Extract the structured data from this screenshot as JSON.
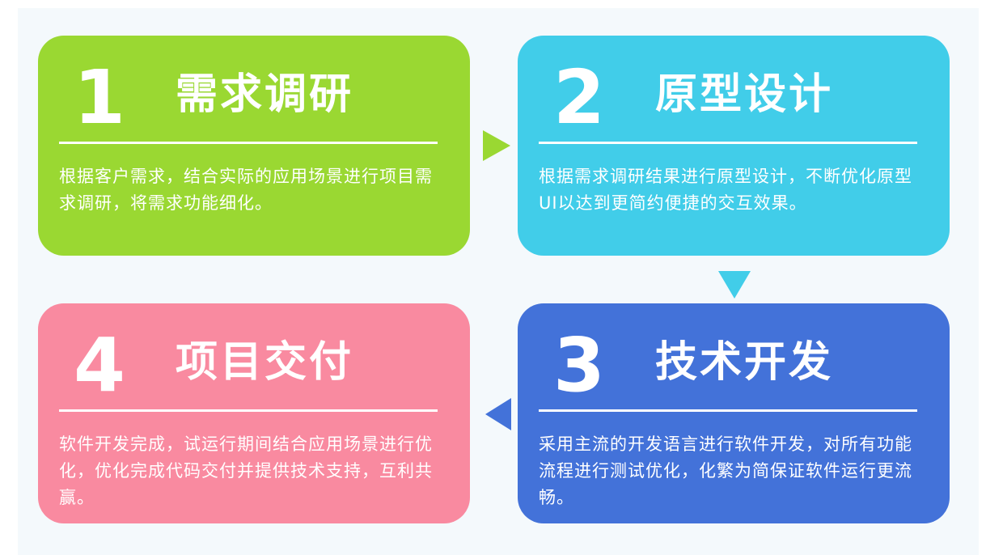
{
  "colors": {
    "step1": "#9ad832",
    "step2": "#41cde9",
    "step3": "#4372d9",
    "step4": "#f98aa0"
  },
  "steps": [
    {
      "number": "1",
      "title": "需求调研",
      "description": "根据客户需求，结合实际的应用场景进行项目需求调研，将需求功能细化。"
    },
    {
      "number": "2",
      "title": "原型设计",
      "description": "根据需求调研结果进行原型设计，不断优化原型UI以达到更简约便捷的交互效果。"
    },
    {
      "number": "3",
      "title": "技术开发",
      "description": "采用主流的开发语言进行软件开发，对所有功能流程进行测试优化，化繁为简保证软件运行更流畅。"
    },
    {
      "number": "4",
      "title": "项目交付",
      "description": "软件开发完成，试运行期间结合应用场景进行优化，优化完成代码交付并提供技术支持，互利共赢。"
    }
  ]
}
